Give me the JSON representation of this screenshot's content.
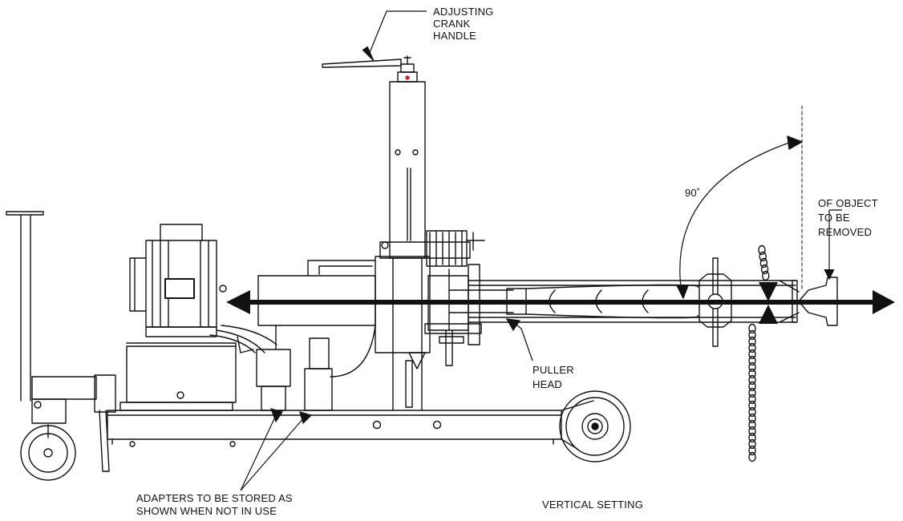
{
  "labels": {
    "crank_handle": [
      "ADJUSTING",
      "CRANK",
      "HANDLE"
    ],
    "object": [
      "OF OBJECT",
      "TO BE",
      "REMOVED"
    ],
    "angle": "90˚",
    "puller_head": [
      "PULLER",
      "HEAD"
    ],
    "adapters": [
      "ADAPTERS TO BE STORED AS",
      "SHOWN WHEN NOT IN USE"
    ],
    "setting": "VERTICAL SETTING"
  },
  "colors": {
    "line": "#111111",
    "background": "#ffffff"
  }
}
